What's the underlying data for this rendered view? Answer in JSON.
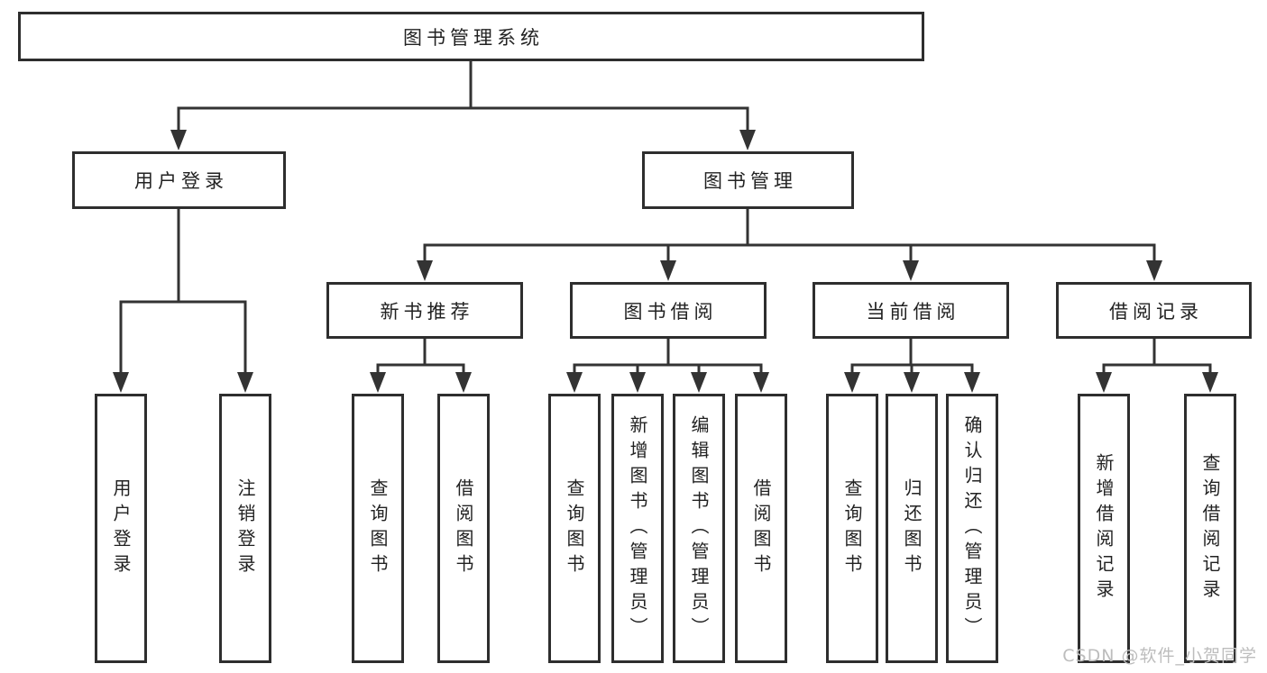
{
  "tree": {
    "root_label": "图书管理系统",
    "branches": {
      "user_login": {
        "label": "用户登录",
        "children": [
          "用户登录",
          "注销登录"
        ]
      },
      "book_mgmt": {
        "label": "图书管理",
        "sections": {
          "new_book": {
            "label": "新书推荐",
            "children": [
              "查询图书",
              "借阅图书"
            ]
          },
          "borrow": {
            "label": "图书借阅",
            "children": [
              "查询图书",
              "新增图书（管理员）",
              "编辑图书（管理员）",
              "借阅图书"
            ]
          },
          "current": {
            "label": "当前借阅",
            "children": [
              "查询图书",
              "归还图书",
              "确认归还（管理员）"
            ]
          },
          "records": {
            "label": "借阅记录",
            "children": [
              "新增借阅记录",
              "查询借阅记录"
            ]
          }
        }
      }
    }
  },
  "watermark": "CSDN @软件_小贺同学",
  "colors": {
    "line": "#333333",
    "border": "#2e2e2e",
    "text": "#222222",
    "watermark": "#bdbdbd",
    "background": "#ffffff"
  }
}
